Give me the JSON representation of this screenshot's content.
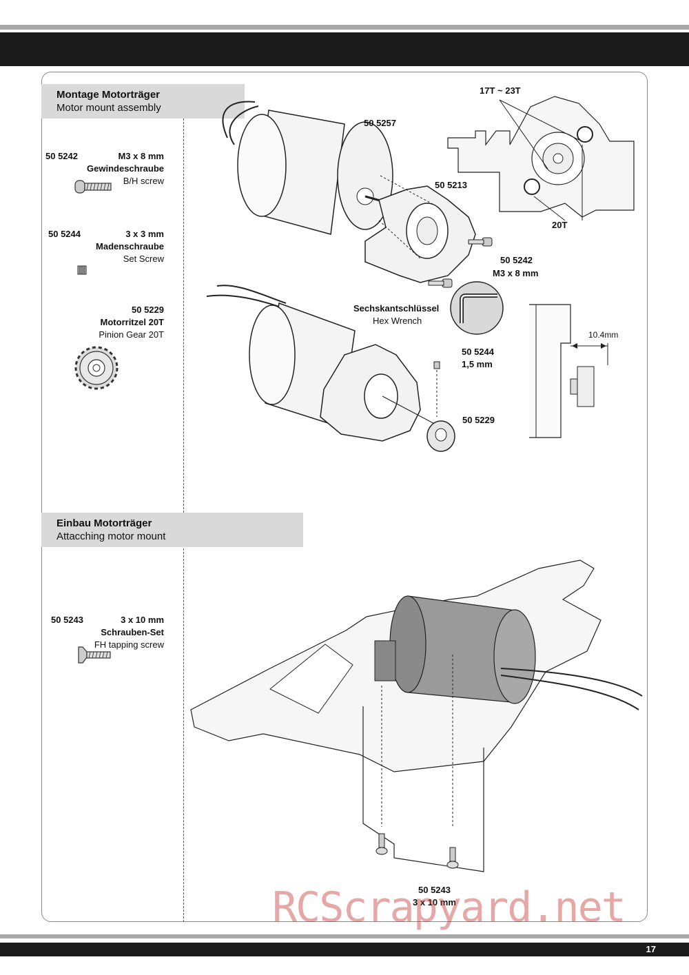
{
  "page": {
    "number": "17",
    "watermark": "RCScrapyard.net"
  },
  "sections": [
    {
      "title_de": "Montage Motorträger",
      "title_en": "Motor mount assembly"
    },
    {
      "title_de": "Einbau Motorträger",
      "title_en": "Attacching motor mount"
    }
  ],
  "parts": [
    {
      "number": "50 5242",
      "size": "M3 x 8 mm",
      "name_de": "Gewindeschraube",
      "name_en": "B/H screw"
    },
    {
      "number": "50 5244",
      "size": "3 x 3 mm",
      "name_de": "Madenschraube",
      "name_en": "Set Screw"
    },
    {
      "number": "50 5229",
      "name_de": "Motorritzel 20T",
      "name_en": "Pinion Gear 20T"
    },
    {
      "number": "50 5243",
      "size": "3 x 10 mm",
      "name_de": "Schrauben-Set",
      "name_en": "FH tapping screw"
    }
  ],
  "callouts": {
    "motor": "50 5257",
    "mount": "50 5213",
    "screw_num": "50 5242",
    "screw_size": "M3 x 8 mm",
    "hex_de": "Sechskantschlüssel",
    "hex_en": "Hex Wrench",
    "set_num": "50 5244",
    "set_size": "1,5 mm",
    "pinion": "50 5229",
    "gear_range": "17T ~ 23T",
    "gear_20t": "20T",
    "dimension": "10.4mm",
    "bottom_num": "50 5243",
    "bottom_size": "3 x 10 mm"
  }
}
